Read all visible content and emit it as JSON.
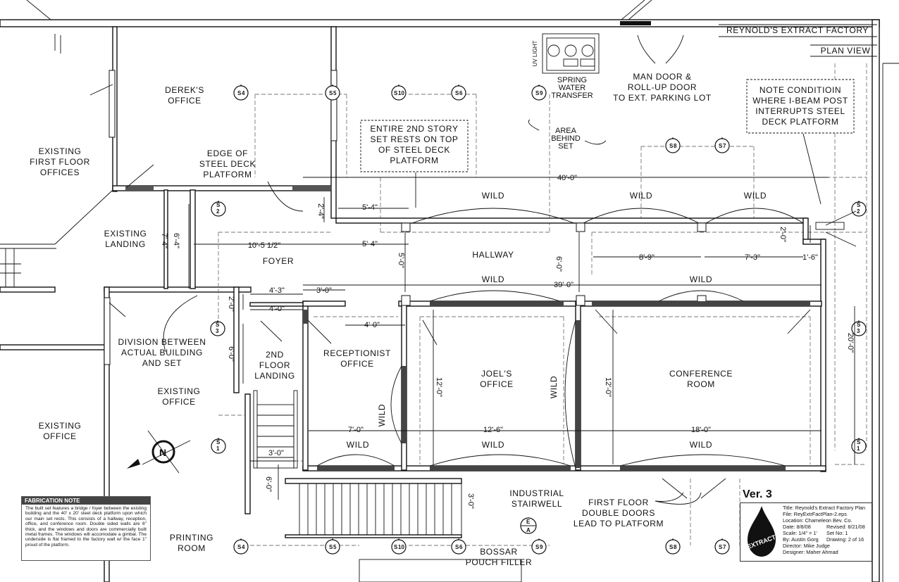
{
  "header": {
    "title": "REYNOLD'S EXTRACT FACTORY",
    "subtitle": "PLAN VIEW"
  },
  "rooms": {
    "derek": [
      "DEREK'S",
      "OFFICE"
    ],
    "existing_first": [
      "EXISTING",
      "FIRST FLOOR",
      "OFFICES"
    ],
    "existing_landing": [
      "EXISTING",
      "LANDING"
    ],
    "foyer": "FOYER",
    "hallway": "HALLWAY",
    "division": [
      "DIVISION BETWEEN",
      "ACTUAL BUILDING",
      "AND SET"
    ],
    "existing_office_1": [
      "EXISTING",
      "OFFICE"
    ],
    "existing_office_2": [
      "EXISTING",
      "OFFICE"
    ],
    "second_floor_landing": [
      "2ND",
      "FLOOR",
      "LANDING"
    ],
    "receptionist": [
      "RECEPTIONIST",
      "OFFICE"
    ],
    "joel": [
      "JOEL'S",
      "OFFICE"
    ],
    "conference": [
      "CONFERENCE",
      "ROOM"
    ],
    "printing": [
      "PRINTING",
      "ROOM"
    ],
    "industrial": [
      "INDUSTRIAL",
      "STAIRWELL"
    ],
    "bossar": [
      "BOSSAR",
      "POUCH FILLER"
    ],
    "spring": [
      "SPRING",
      "WATER",
      "TRANSFER"
    ],
    "uv": "UV LIGHT"
  },
  "notes": {
    "entire": [
      "ENTIRE 2ND STORY",
      "SET RESTS ON TOP",
      "OF STEEL DECK",
      "PLATFORM"
    ],
    "edge": [
      "EDGE OF",
      "STEEL DECK",
      "PLATFORM"
    ],
    "area_behind": [
      "AREA",
      "BEHIND",
      "SET"
    ],
    "man_door": [
      "MAN DOOR &",
      "ROLL-UP DOOR",
      "TO EXT. PARKING LOT"
    ],
    "note_cond": [
      "NOTE CONDITIOIN",
      "WHERE I-BEAM POST",
      "INTERRUPTS STEEL",
      "DECK PLATFORM"
    ],
    "first_floor_doors": [
      "FIRST FLOOR",
      "DOUBLE DOORS",
      "LEAD TO PLATFORM"
    ]
  },
  "wild": "WILD",
  "dims": {
    "d40": "40'-0\"",
    "d39": "39'-0\"",
    "d5_4a": "5'-4\"",
    "d5_4b": "5'-4\"",
    "d10_5": "10'-5 1/2\"",
    "d2_4": "2'-4\"",
    "d7_4": "7'-4\"",
    "d6_4": "6'-4\"",
    "d5_0": "5'-0\"",
    "d6_0a": "6'-0\"",
    "d8_9": "8'-9\"",
    "d7_3": "7'-3\"",
    "d1_6": "1'-6\"",
    "d2_0a": "2'-0\"",
    "d4_3": "4'-3\"",
    "d3_0a": "3'-0\"",
    "d2_0b": "2'-0\"",
    "d4_0a": "4'-0\"",
    "d4_0b": "4'-0\"",
    "d6_0b": "6'-0\"",
    "d12_0a": "12'-0\"",
    "d12_0b": "12'-0\"",
    "d20_0": "20'-0\"",
    "d7_0": "7'-0\"",
    "d12_6": "12'-6\"",
    "d18_0": "18'-0\"",
    "d3_0b": "3'-0\"",
    "d6_0c": "6'-0\"",
    "d3_0c": "3'-0\""
  },
  "sections": {
    "s4": "S",
    "n4": "4",
    "n5": "5",
    "n10": "10",
    "n6": "6",
    "n9": "9",
    "n8": "8",
    "n7": "7",
    "n2": "2",
    "n3": "3",
    "n1": "1",
    "e": "E",
    "a": "A"
  },
  "compass": "N",
  "fabrication": {
    "heading": "FABRICATION NOTE",
    "body": "The built set features a bridge / foyer between the existing building and the 40' x 20' steel deck platform upon which our main set rests. This consists of a hallway, reception, office, and conference room. Double sided walls are 6\" thick, and the windows and doors are commercially built metal frames. The windows will accomodate a gimbal. The underside is flat framed to the factory wall w/ the face 1\" proud of the platform."
  },
  "version": "Ver. 3",
  "title_block": {
    "title": "Title: Reynold's Extract Factory Plan",
    "file": "File: ReyExtrFactPlan-2.eps",
    "location": "Location: Chameleon Bev. Co.",
    "date": "Date: 8/8/08",
    "revised": "Revised: 8/21/08",
    "scale": "Scale: 1/4\" = 1'",
    "set_no": "Set No: 1",
    "by": "By: Austin Gorg",
    "drawing": "Drawing: 2 of 16",
    "director": "Director: Mike Judge",
    "designer": "Designer: Maher Ahmad",
    "logo": "EXTRACT"
  }
}
